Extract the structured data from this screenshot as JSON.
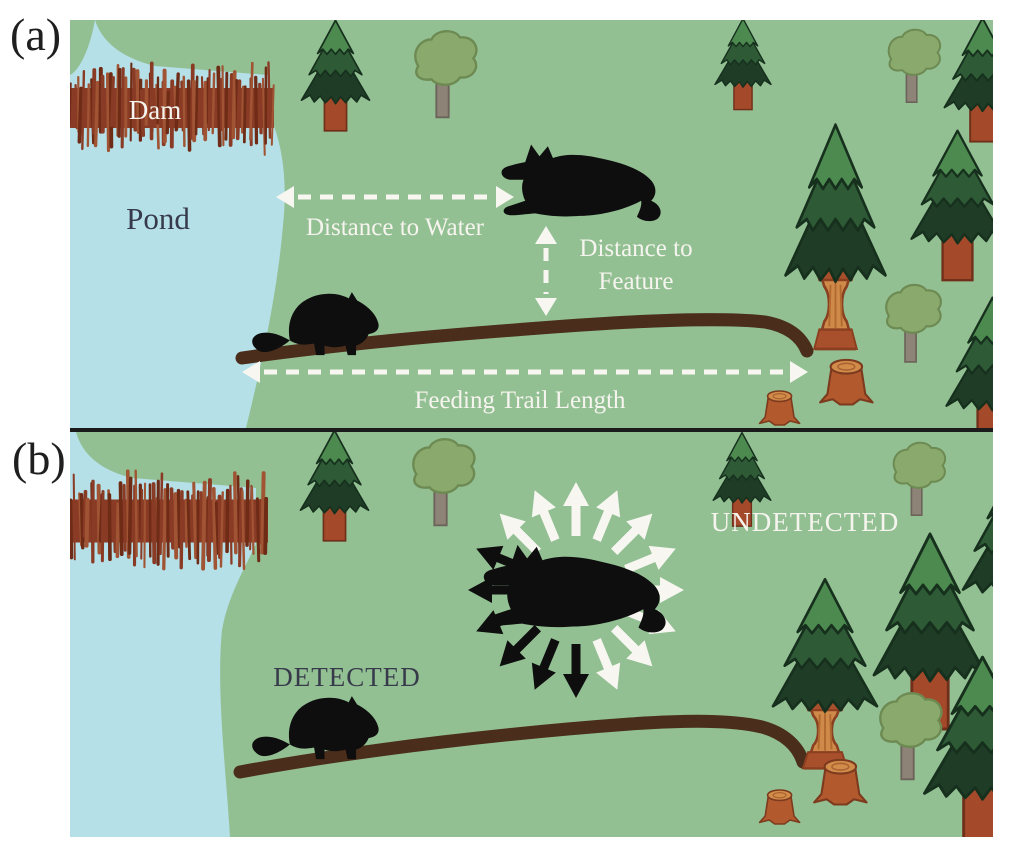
{
  "figure": {
    "panel_a": {
      "label": "(a)",
      "dam_label": "Dam",
      "pond_label": "Pond",
      "distance_to_water_label": "Distance to Water",
      "distance_to_feature_line1": "Distance to",
      "distance_to_feature_line2": "Feature",
      "feeding_trail_length_label": "Feeding Trail Length"
    },
    "panel_b": {
      "label": "(b)",
      "detected_label": "DETECTED",
      "undetected_label": "UNDETECTED"
    },
    "colors": {
      "background": "#ffffff",
      "ground": "#93c093",
      "water": "#b5e0e8",
      "dam_base": "#8a3b25",
      "dam_dark": "#6e2b16",
      "dam_light": "#a05433",
      "trail": "#4a2d1b",
      "silhouette": "#0e0e0e",
      "light_label": "#f6f4ee",
      "dark_label": "#373a4a",
      "detected_arrows": "#0e0e0e",
      "undetected_arrows": "#f7f6f1",
      "divider": "#1b1b1b"
    }
  }
}
